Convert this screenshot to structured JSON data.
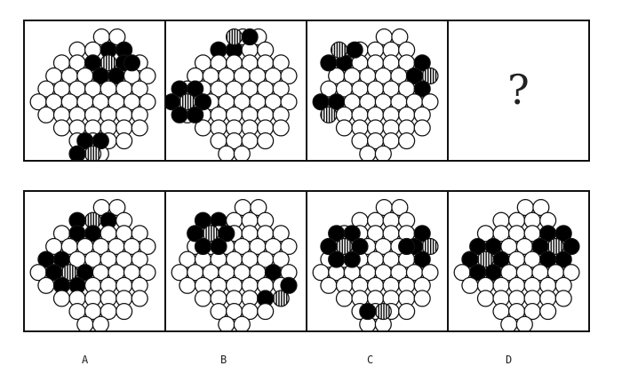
{
  "question_mark": "?",
  "options": [
    {
      "label": "A"
    },
    {
      "label": "B"
    },
    {
      "label": "C"
    },
    {
      "label": "D"
    }
  ],
  "colors": {
    "black": "#000000",
    "white": "#ffffff",
    "stroke": "#111111"
  },
  "puzzle": {
    "description_note": "",
    "cells": [
      {
        "id": "q1"
      },
      {
        "id": "q2"
      },
      {
        "id": "q3"
      },
      {
        "id": "q4"
      },
      {
        "id": "a"
      },
      {
        "id": "b"
      },
      {
        "id": "c"
      },
      {
        "id": "d"
      }
    ]
  }
}
